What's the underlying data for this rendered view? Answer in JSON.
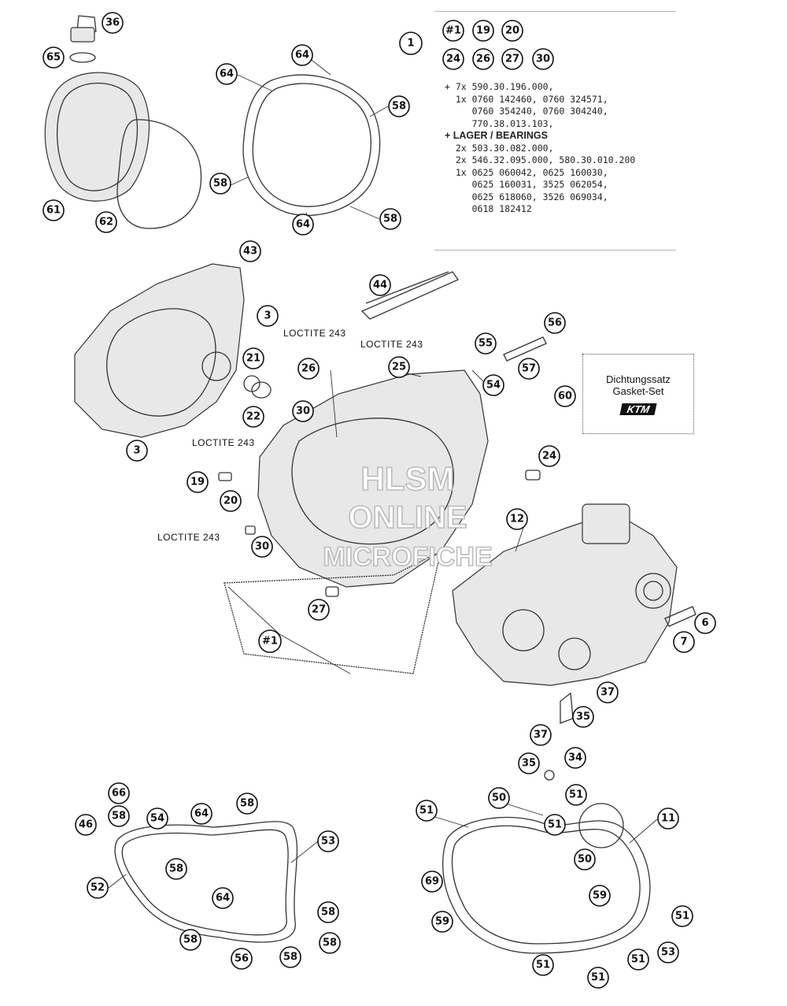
{
  "info_box": {
    "kit_callouts": [
      "#1",
      "19",
      "20",
      "24",
      "26",
      "27",
      "30"
    ],
    "main_callout": "1",
    "lines": [
      "+ 7x 590.30.196.000,",
      "  1x 0760 142460, 0760 324571,",
      "     0760 354240, 0760 304240,",
      "     770.38.013.103,",
      "+ LAGER / BEARINGS",
      "  2x 503.30.082.000,",
      "  2x 546.32.095.000, 580.30.010.200",
      "  1x 0625 060042, 0625 160030,",
      "     0625 160031, 3525 062054,",
      "     0625 618060, 3526 069034,",
      "     0618 182412"
    ]
  },
  "gasket_set": {
    "label_de": "Dichtungssatz",
    "label_en": "Gasket-Set",
    "logo": "KTM"
  },
  "loctite": {
    "l1": "LOCTITE 243",
    "l2": "LOCTITE 243",
    "l3": "LOCTITE 243",
    "l4": "LOCTITE 243"
  },
  "watermark": {
    "line1": "HLSM",
    "line2": "ONLINE",
    "line3": "MICROFICHE"
  },
  "callouts": {
    "c36": "36",
    "c65": "65",
    "c61": "61",
    "c62": "62",
    "c64a": "64",
    "c64b": "64",
    "c58a": "58",
    "c58b": "58",
    "c58c": "58",
    "c64c": "64",
    "c43": "43",
    "c44": "44",
    "c3a": "3",
    "c21": "21",
    "c22": "22",
    "c3b": "3",
    "c26": "26",
    "c25": "25",
    "c55a": "55",
    "c56a": "56",
    "c57": "57",
    "c54a": "54",
    "c60": "60",
    "c30a": "30",
    "c19": "19",
    "c20": "20",
    "c24": "24",
    "c12": "12",
    "c30b": "30",
    "c27": "27",
    "c1h": "#1",
    "c6": "6",
    "c7": "7",
    "c37a": "37",
    "c35a": "35",
    "c37b": "37",
    "c34": "34",
    "c35b": "35",
    "c66": "66",
    "c58d": "58",
    "c54b": "54",
    "c64d": "64",
    "c58e": "58",
    "c46": "46",
    "c53a": "53",
    "c52": "52",
    "c58f": "58",
    "c64e": "64",
    "c58g": "58",
    "c58h": "58",
    "c58i": "58",
    "c56b": "56",
    "c58j": "58",
    "c51a": "51",
    "c50a": "50",
    "c51b": "51",
    "c51c": "51",
    "c11": "11",
    "c50b": "50",
    "c69": "69",
    "c59a": "59",
    "c59b": "59",
    "c51d": "51",
    "c51e": "51",
    "c51f": "51",
    "c51g": "51",
    "c53b": "53"
  }
}
